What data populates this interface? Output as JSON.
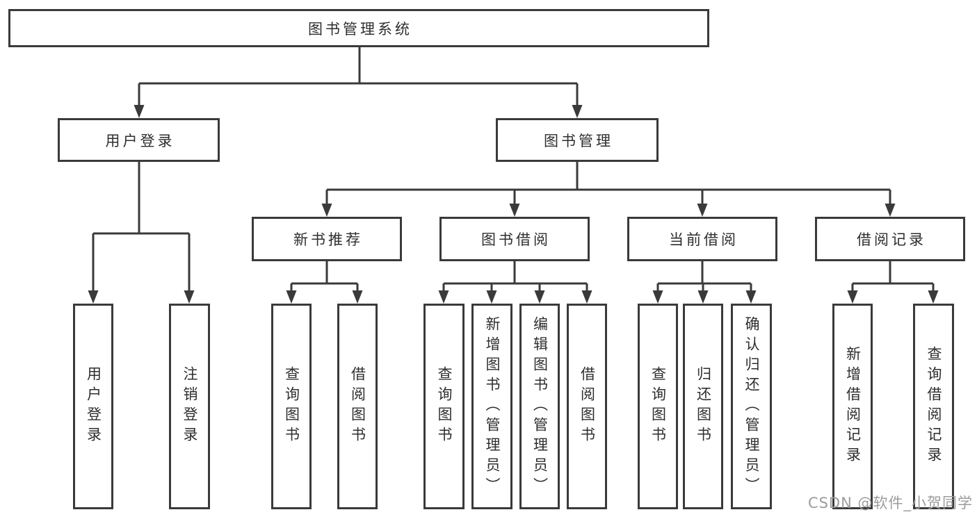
{
  "diagram": {
    "root": {
      "label": "图书管理系统"
    },
    "branches": [
      {
        "label": "用户登录",
        "children": [
          {
            "label": "用户登录"
          },
          {
            "label": "注销登录"
          }
        ]
      },
      {
        "label": "图书管理",
        "groups": [
          {
            "label": "新书推荐",
            "children": [
              {
                "label": "查询图书"
              },
              {
                "label": "借阅图书"
              }
            ]
          },
          {
            "label": "图书借阅",
            "children": [
              {
                "label": "查询图书"
              },
              {
                "label": "新增图书（管理员）"
              },
              {
                "label": "编辑图书（管理员）"
              },
              {
                "label": "借阅图书"
              }
            ]
          },
          {
            "label": "当前借阅",
            "children": [
              {
                "label": "查询图书"
              },
              {
                "label": "归还图书"
              },
              {
                "label": "确认归还（管理员）"
              }
            ]
          },
          {
            "label": "借阅记录",
            "children": [
              {
                "label": "新增借阅记录"
              },
              {
                "label": "查询借阅记录"
              }
            ]
          }
        ]
      }
    ]
  },
  "watermark": {
    "text": "CSDN @软件_小贺同学"
  },
  "colors": {
    "line": "#3a3a3a",
    "box_border": "#3a3a3a",
    "text": "#2e2e2e",
    "watermark": "#9c9c9c",
    "background": "#ffffff"
  }
}
